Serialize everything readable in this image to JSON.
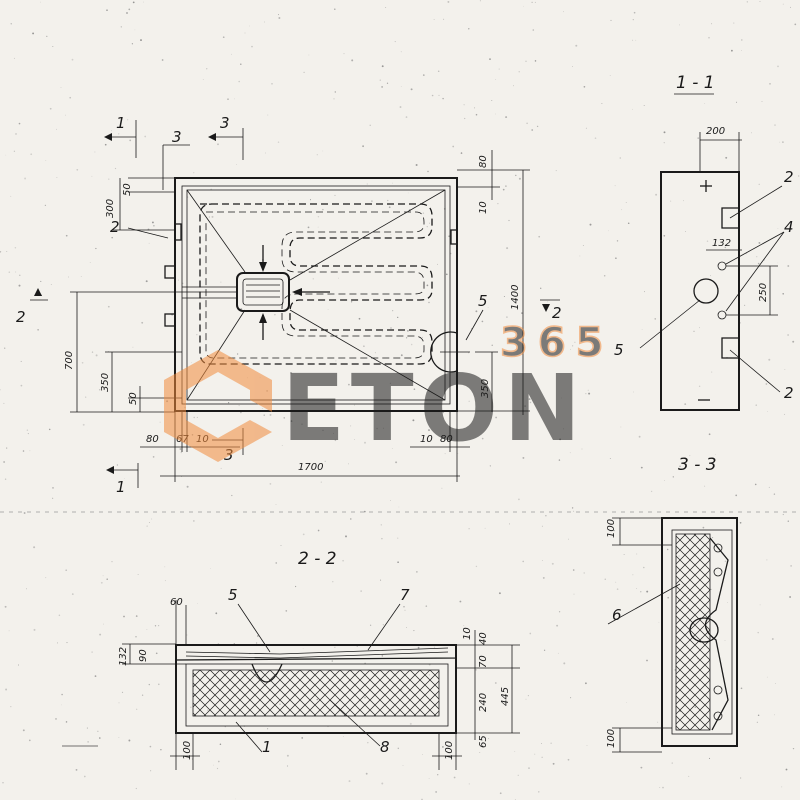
{
  "sections": {
    "s11": "1 - 1",
    "s22": "2 - 2",
    "s33": "3 - 3"
  },
  "cut_marks": {
    "one": "1",
    "two": "2",
    "three": "3"
  },
  "plan": {
    "dims": {
      "w1700": "1700",
      "h1400": "1400",
      "d700": "700",
      "d350l": "350",
      "d350r": "350",
      "d300": "300",
      "d50t": "50",
      "d50b": "50",
      "d80t": "80",
      "d10t": "10",
      "d80bl": "80",
      "d80br": "80",
      "d10bl": "10",
      "d10br": "10",
      "d67": "67"
    },
    "callouts": {
      "c2": "2",
      "c5": "5"
    }
  },
  "s11": {
    "dims": {
      "d200": "200",
      "d132": "132",
      "d250": "250"
    },
    "callouts": {
      "c2a": "2",
      "c4": "4",
      "c5": "5",
      "c2b": "2"
    }
  },
  "s22": {
    "dims": {
      "d60": "60",
      "d132": "132",
      "d90": "90",
      "d10": "10",
      "d40": "40",
      "d70": "70",
      "d240": "240",
      "d445": "445",
      "d65": "65",
      "d100l": "100",
      "d100r": "100"
    },
    "callouts": {
      "c5": "5",
      "c7": "7",
      "c1": "1",
      "c8": "8"
    }
  },
  "s33": {
    "dims": {
      "d100t": "100",
      "d100b": "100"
    },
    "callouts": {
      "c6": "6"
    }
  },
  "watermark": {
    "number": "365",
    "brand": "ETON"
  },
  "colors": {
    "line": "#1a1a1a",
    "paper": "#f3f1ec",
    "watermark": "#f08a3c"
  }
}
